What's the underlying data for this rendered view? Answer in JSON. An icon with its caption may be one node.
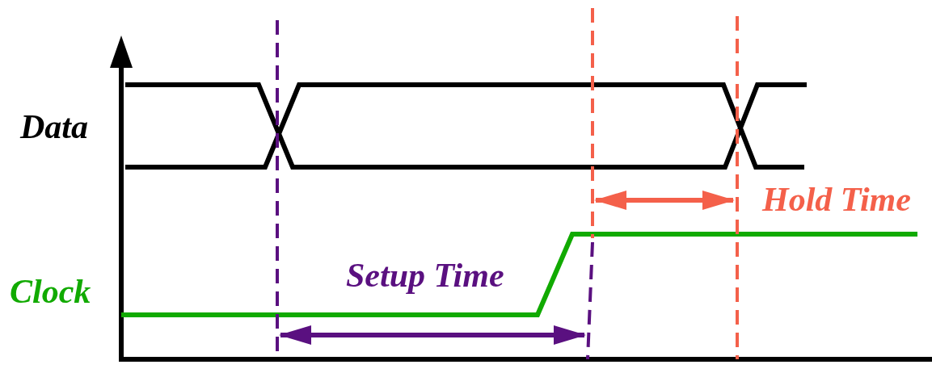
{
  "diagram": {
    "labels": [
      "Data",
      "Clock",
      "Setup Time",
      "Hold Time"
    ]
  }
}
